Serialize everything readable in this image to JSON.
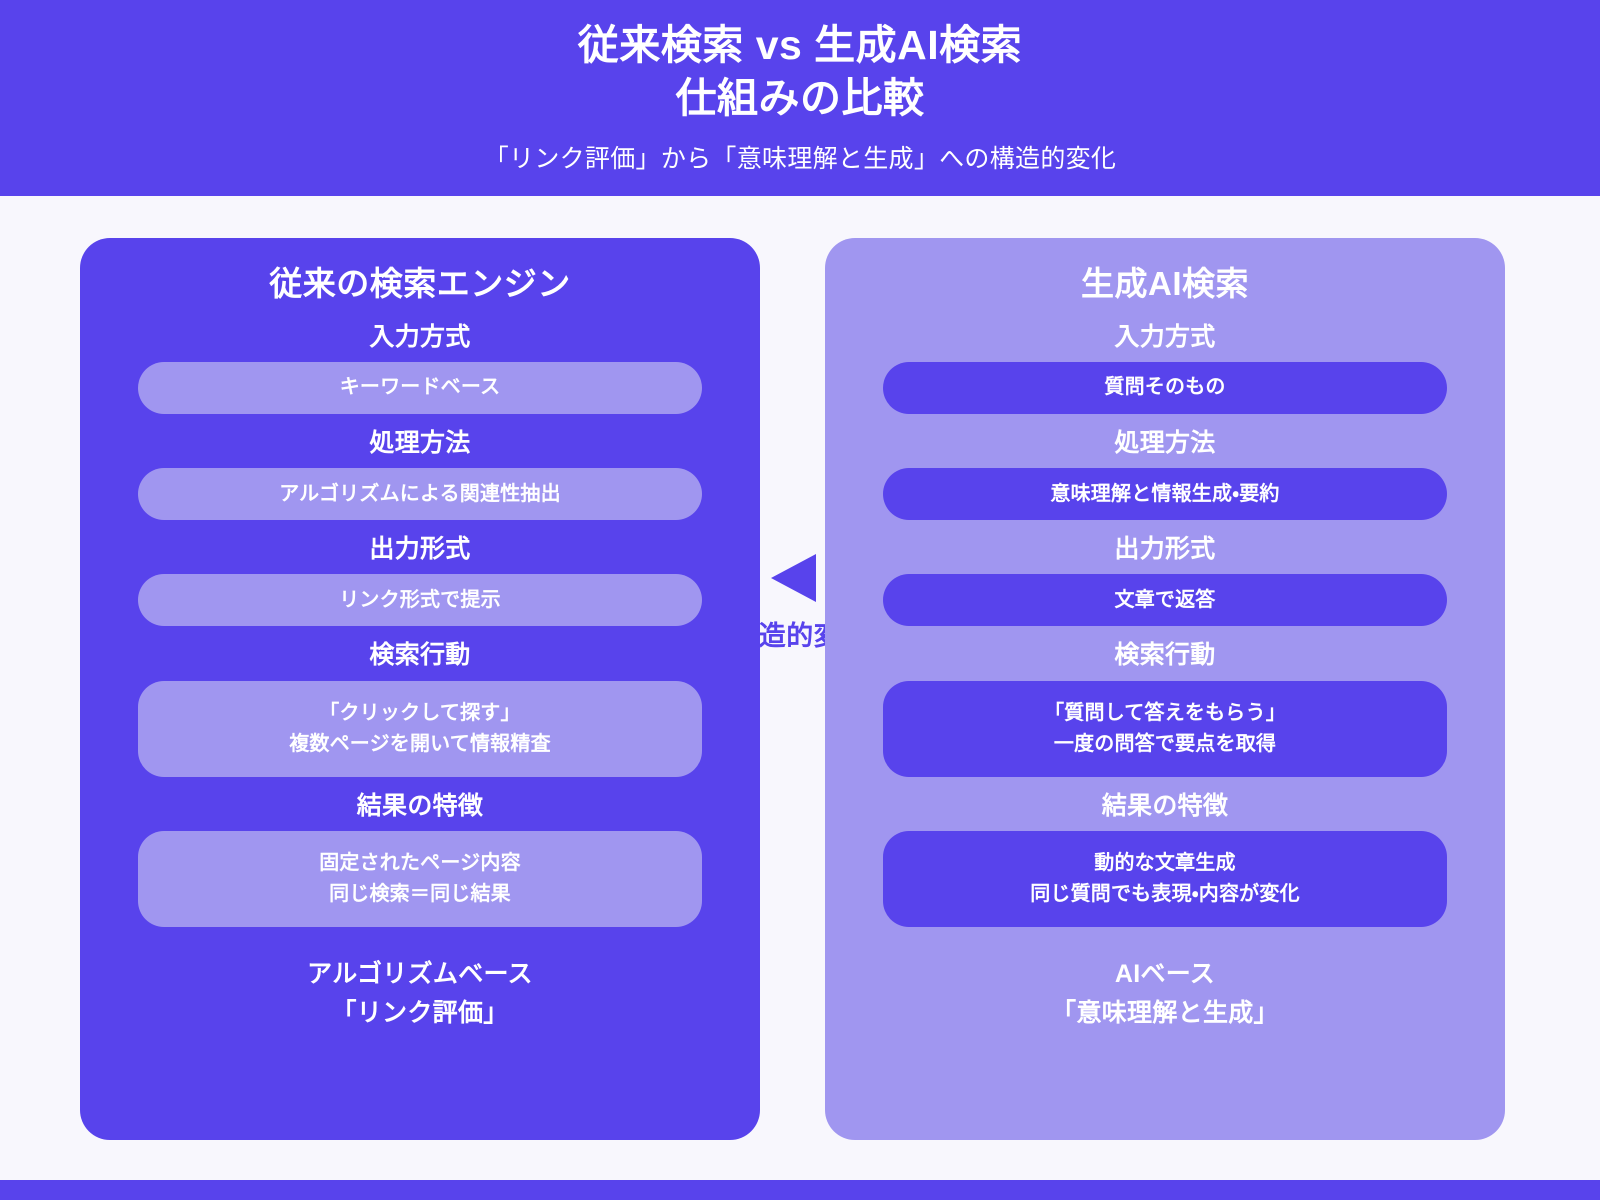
{
  "header": {
    "title": "従来検索 vs 生成AI検索\n仕組みの比較",
    "subtitle": "「リンク評価」から「意味理解と生成」への構造的変化"
  },
  "center": {
    "caption": "構造的変化",
    "arrow_icon": "triangle-left-icon"
  },
  "panels": [
    {
      "id": "traditional-search",
      "title": "従来の検索エンジン",
      "rows": [
        {
          "label": "入力方式",
          "value": "キーワードベース",
          "lines": 1
        },
        {
          "label": "処理方法",
          "value": "アルゴリズムによる関連性抽出",
          "lines": 1
        },
        {
          "label": "出力形式",
          "value": "リンク形式で提示",
          "lines": 1
        },
        {
          "label": "検索行動",
          "value": "「クリックして探す」\n複数ページを開いて情報精査",
          "lines": 2
        },
        {
          "label": "結果の特徴",
          "value": "固定されたページ内容\n同じ検索＝同じ結果",
          "lines": 2
        }
      ],
      "footer": "アルゴリズムベース\n「リンク評価」"
    },
    {
      "id": "generative-ai-search",
      "title": "生成AI検索",
      "rows": [
        {
          "label": "入力方式",
          "value": "質問そのもの",
          "lines": 1
        },
        {
          "label": "処理方法",
          "value": "意味理解と情報生成・要約",
          "lines": 1
        },
        {
          "label": "出力形式",
          "value": "文章で返答",
          "lines": 1
        },
        {
          "label": "検索行動",
          "value": "「質問して答えをもらう」\n一度の問答で要点を取得",
          "lines": 2
        },
        {
          "label": "結果の特徴",
          "value": "動的な文章生成\n同じ質問でも表現・内容が変化",
          "lines": 2
        }
      ],
      "footer": "AIベース\n「意味理解と生成」"
    }
  ],
  "colors": {
    "primary_purple": "#5843EC",
    "light_purple": "#A096F0",
    "page_background": "#F8F7FD",
    "text_white": "#FFFFFF"
  }
}
